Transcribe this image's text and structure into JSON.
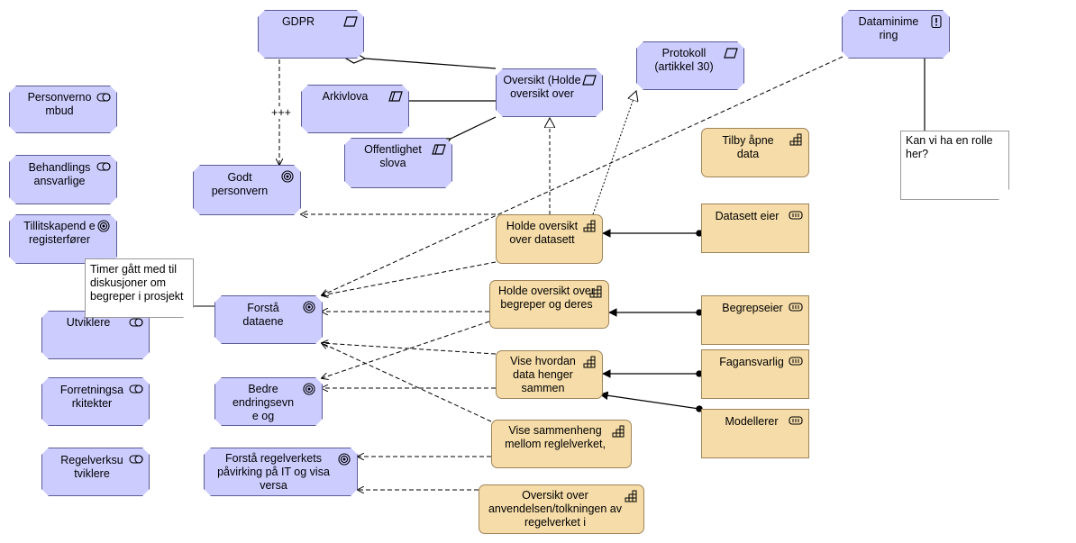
{
  "elements": {
    "gdpr": "GDPR",
    "arkivlova": "Arkivlova",
    "offentlighetslova": "Offentlighet slova",
    "oversikt_holde": "Oversikt (Holde oversikt over",
    "protokoll": "Protokoll (artikkel 30)",
    "dataminimering": "Dataminime ring",
    "godt_personvern": "Godt personvern",
    "personvernombud": "Personverno mbud",
    "behandlingsansvarlige": "Behandlings ansvarlige",
    "tillitskapende": "Tillitskapend e registerfører",
    "utviklere": "Utviklere",
    "forretningsarkitekter": "Forretningsa rkitekter",
    "regelverksutviklere": "Regelverksu tviklere",
    "forsta_dataene": "Forstå dataene",
    "bedre_endringsevne": "Bedre endringsevn e og",
    "forsta_regelverkets": "Forstå regelverkets påvirking på IT og visa versa",
    "tilby_apne_data": "Tilby åpne data",
    "holde_oversikt_datasett": "Holde oversikt over datasett",
    "holde_oversikt_begreper": "Holde oversikt over begreper og deres",
    "vise_hvordan": "Vise hvordan data henger sammen",
    "vise_sammenheng": "Vise sammenheng mellom reglelverket,",
    "oversikt_anvendelsen": "Oversikt over anvendelsen/tolkningen av regelverket i",
    "datasett_eier": "Datasett eier",
    "begrepseier": "Begrepseier",
    "fagansvarlig": "Fagansvarlig",
    "modellerer": "Modellerer"
  },
  "notes": {
    "timer": "Timer gått med til diskusjoner om begreper i prosjekt",
    "rolle": "Kan vi ha en rolle her?"
  },
  "connector_labels": {
    "plusses": "+++"
  },
  "colors": {
    "motivation_fill": "#ccccff",
    "business_fill": "#f5dca8",
    "line": "#000000"
  }
}
